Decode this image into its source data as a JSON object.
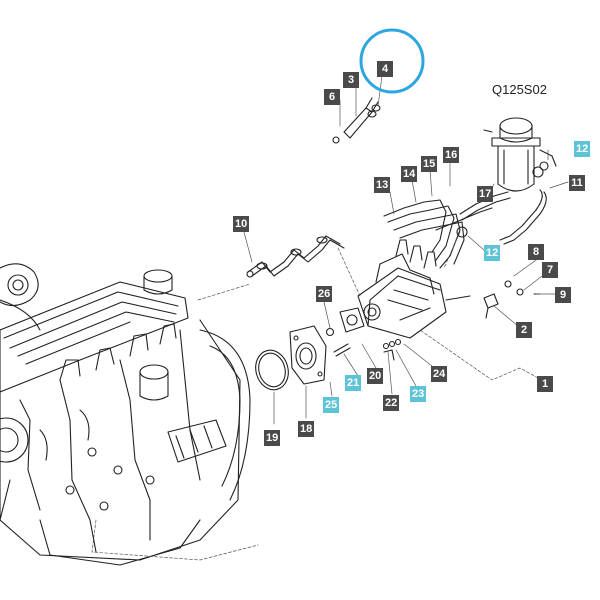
{
  "diagram": {
    "reference_code": "Q125S02",
    "highlight_color": "#2aa6e0",
    "callout_dark_color": "#4a4a4a",
    "callout_cyan_color": "#5fc3d8",
    "highlighted_part": "4",
    "callouts": [
      {
        "id": "c1",
        "label": "1",
        "style": "dark"
      },
      {
        "id": "c2",
        "label": "2",
        "style": "dark"
      },
      {
        "id": "c3",
        "label": "3",
        "style": "dark"
      },
      {
        "id": "c4",
        "label": "4",
        "style": "dark"
      },
      {
        "id": "c6",
        "label": "6",
        "style": "dark"
      },
      {
        "id": "c7",
        "label": "7",
        "style": "dark"
      },
      {
        "id": "c8",
        "label": "8",
        "style": "dark"
      },
      {
        "id": "c9",
        "label": "9",
        "style": "dark"
      },
      {
        "id": "c10",
        "label": "10",
        "style": "dark"
      },
      {
        "id": "c11",
        "label": "11",
        "style": "dark"
      },
      {
        "id": "c12a",
        "label": "12",
        "style": "cyan"
      },
      {
        "id": "c12b",
        "label": "12",
        "style": "cyan"
      },
      {
        "id": "c13",
        "label": "13",
        "style": "dark"
      },
      {
        "id": "c14",
        "label": "14",
        "style": "dark"
      },
      {
        "id": "c15",
        "label": "15",
        "style": "dark"
      },
      {
        "id": "c16",
        "label": "16",
        "style": "dark"
      },
      {
        "id": "c17",
        "label": "17",
        "style": "dark"
      },
      {
        "id": "c18",
        "label": "18",
        "style": "dark"
      },
      {
        "id": "c19",
        "label": "19",
        "style": "dark"
      },
      {
        "id": "c20",
        "label": "20",
        "style": "dark"
      },
      {
        "id": "c21",
        "label": "21",
        "style": "cyan"
      },
      {
        "id": "c22",
        "label": "22",
        "style": "dark"
      },
      {
        "id": "c23",
        "label": "23",
        "style": "cyan"
      },
      {
        "id": "c24",
        "label": "24",
        "style": "dark"
      },
      {
        "id": "c25",
        "label": "25",
        "style": "cyan"
      },
      {
        "id": "c26",
        "label": "26",
        "style": "dark"
      }
    ]
  }
}
